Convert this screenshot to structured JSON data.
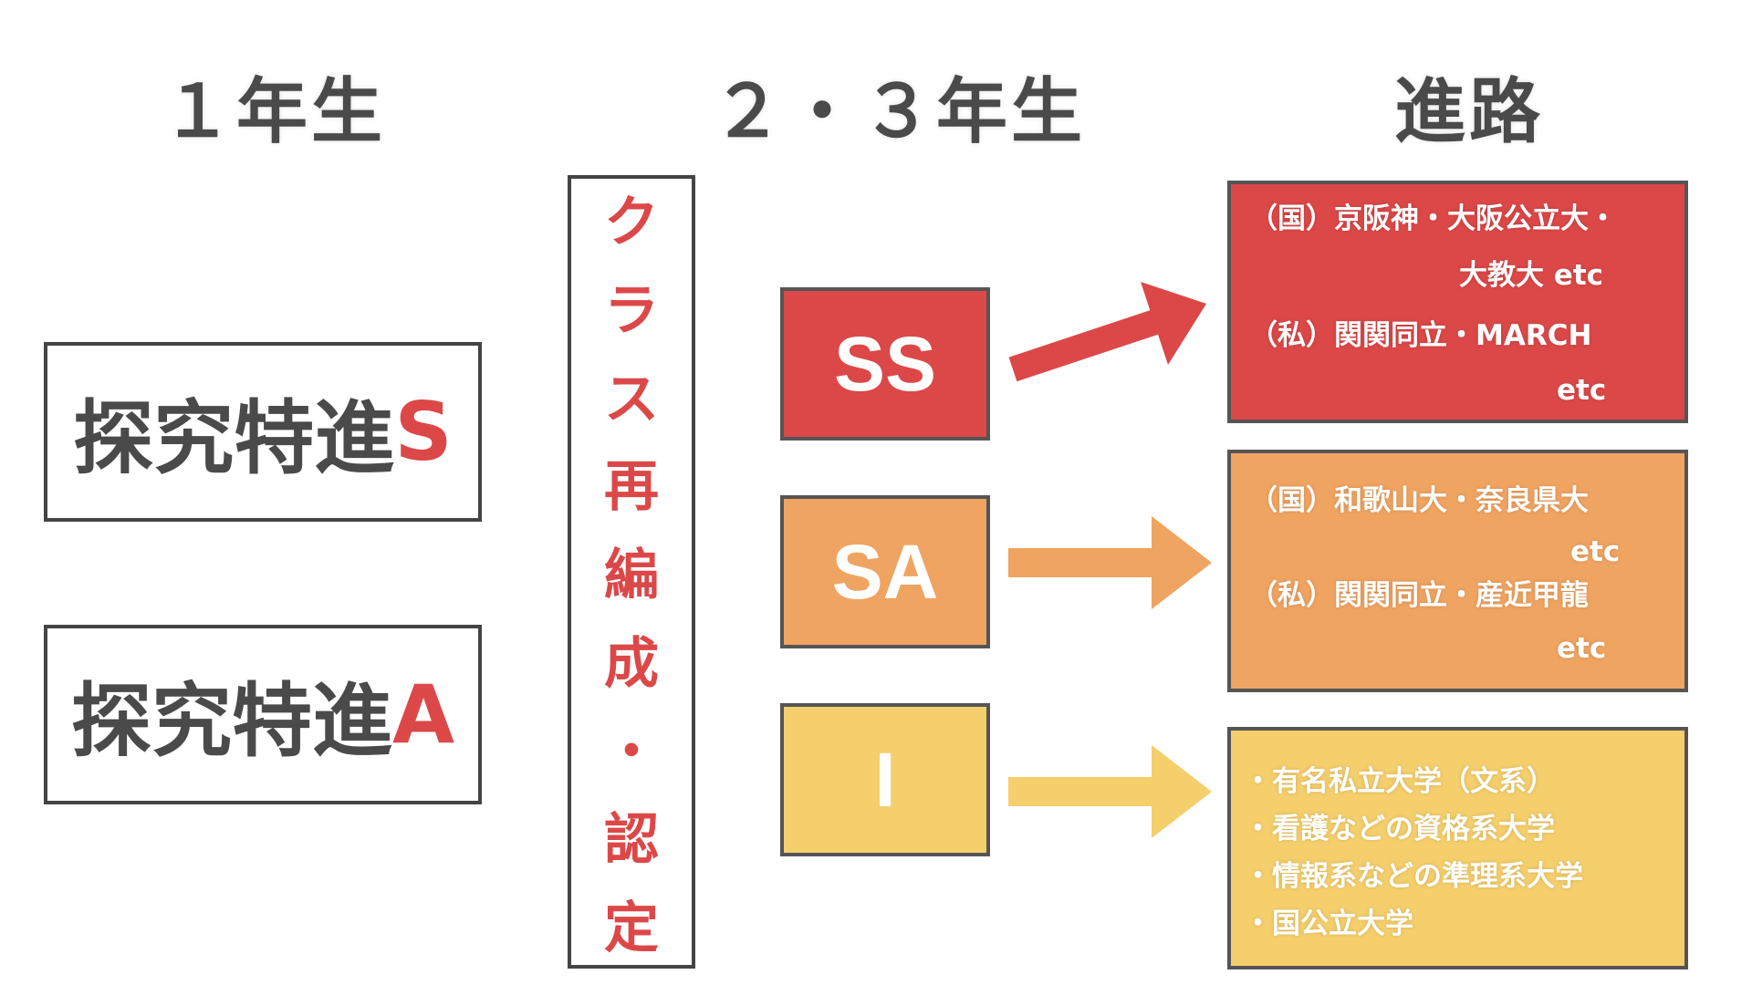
{
  "headers": {
    "year1": "１年生",
    "year23": "２・３年生",
    "career": "進路"
  },
  "year1_courses": [
    {
      "prefix": "探究特進",
      "suffix": "S"
    },
    {
      "prefix": "探究特進",
      "suffix": "A"
    }
  ],
  "reorganization": {
    "chars": [
      "ク",
      "ラ",
      "ス",
      "再",
      "編",
      "成",
      "・",
      "認",
      "定"
    ]
  },
  "courses": [
    {
      "label": "SS",
      "color": "#dc4848"
    },
    {
      "label": "SA",
      "color": "#f0a461"
    },
    {
      "label": "I",
      "color": "#f5cf6c"
    }
  ],
  "destinations": {
    "ss": {
      "national_line1": "（国）京阪神・大阪公立大・",
      "national_line2": "大教大 etc",
      "private_line1": "（私）関関同立・MARCH",
      "private_line2": "etc"
    },
    "sa": {
      "national_line1": "（国）和歌山大・奈良県大",
      "national_line2": "etc",
      "private_line1": "（私）関関同立・産近甲龍",
      "private_line2": "etc"
    },
    "i": {
      "items": [
        "・有名私立大学（文系）",
        "・看護などの資格系大学",
        "・情報系などの準理系大学",
        "・国公立大学"
      ]
    }
  }
}
